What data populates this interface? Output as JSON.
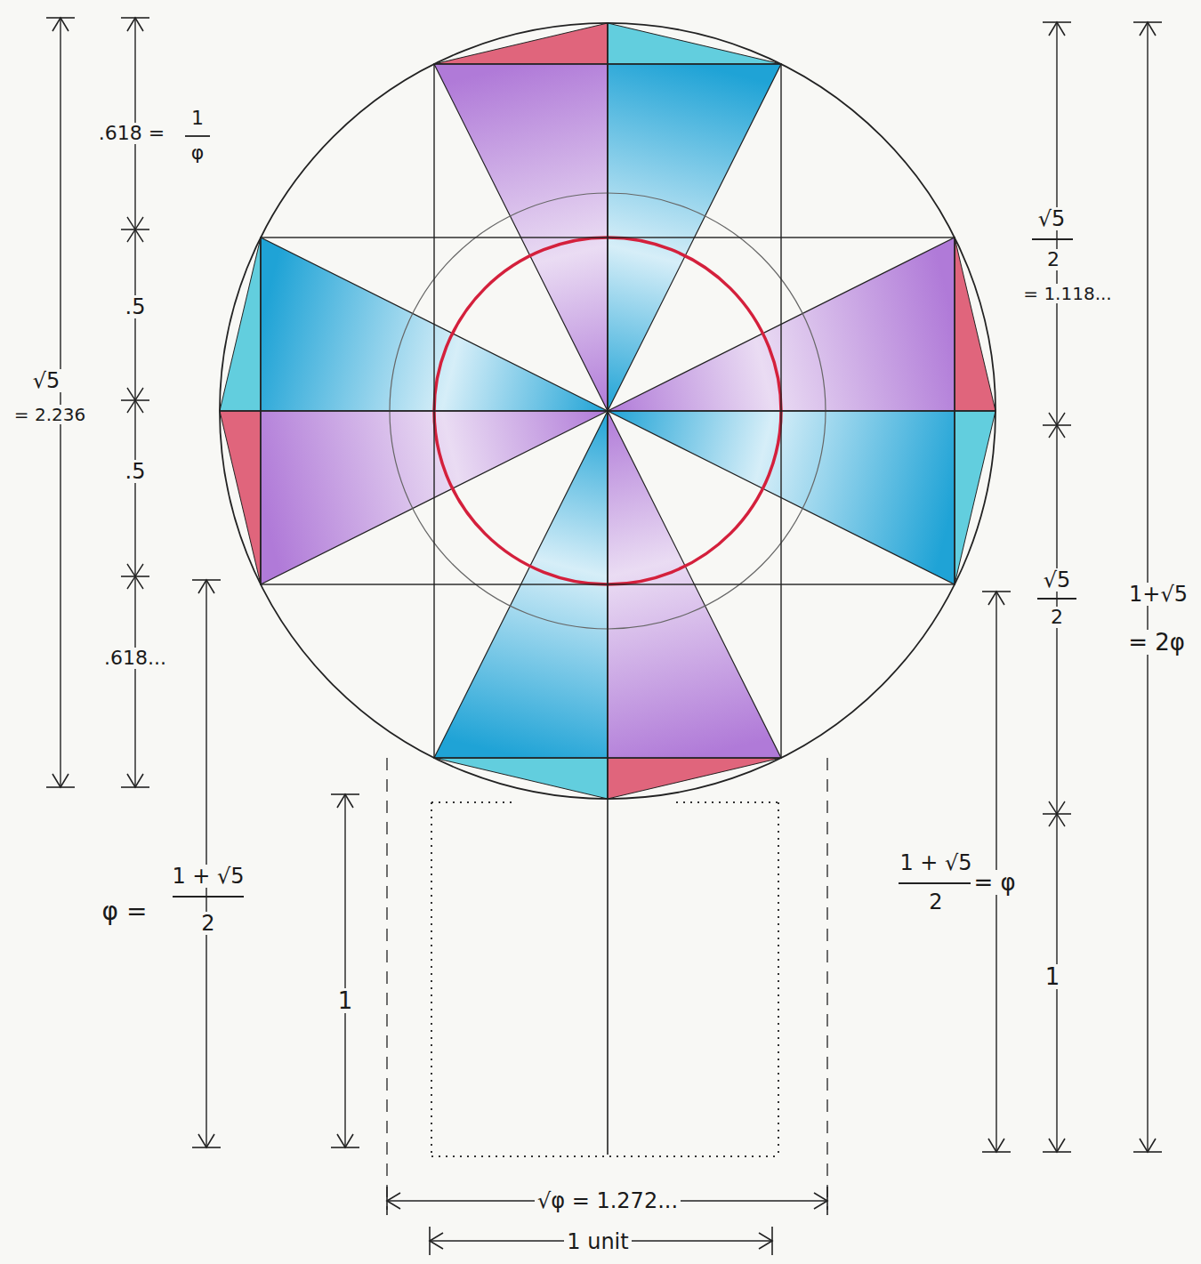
{
  "diagram": {
    "labels": [
      ".618 =",
      "1",
      "φ",
      ".5",
      ".5",
      ".618...",
      "√5",
      "= 2.236",
      "φ =",
      "1 + √5",
      "2",
      "1",
      "√φ = 1.272...",
      "1 unit",
      "√5",
      "2",
      "= 1.118...",
      "√5",
      "2",
      "1 + √5",
      "2",
      "= φ",
      "1",
      "1+√5",
      "= 2φ"
    ]
  }
}
